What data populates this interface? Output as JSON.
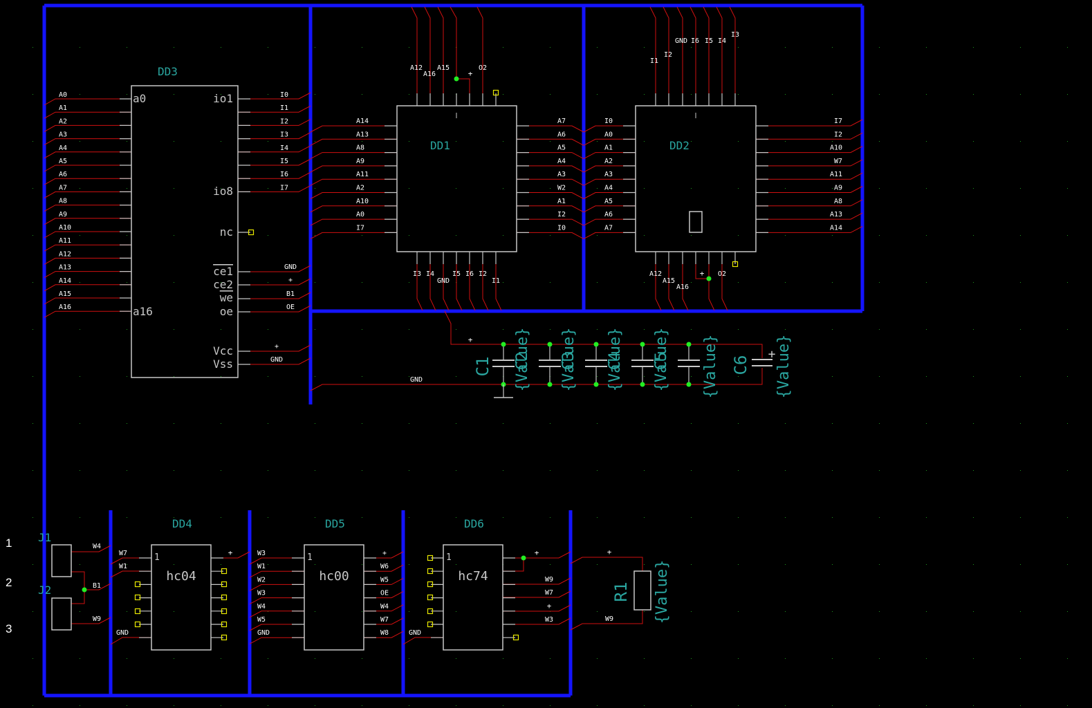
{
  "colors": {
    "background": "#000000",
    "bus": "#1414ff",
    "wire": "#d01010",
    "outline": "#c8c8c8",
    "refdes": "#2aa6a0",
    "net_label": "#ffffff",
    "junction": "#22ee22",
    "noconnect": "#e8e800"
  },
  "rows": [
    "1",
    "2",
    "3"
  ],
  "dd3": {
    "ref": "DD3",
    "pin_names": {
      "a0": "a0",
      "a16": "a16",
      "io1": "io1",
      "io8": "io8",
      "nc": "nc",
      "ce1": "ce1",
      "ce2": "ce2",
      "we": "we",
      "oe": "oe",
      "vcc": "Vcc",
      "vss": "Vss"
    },
    "left_nets": [
      "A0",
      "A1",
      "A2",
      "A3",
      "A4",
      "A5",
      "A6",
      "A7",
      "A8",
      "A9",
      "A10",
      "A11",
      "A12",
      "A13",
      "A14",
      "A15",
      "A16"
    ],
    "right_nets": [
      "I0",
      "I1",
      "I2",
      "I3",
      "I4",
      "I5",
      "I6",
      "I7"
    ],
    "ctrl_nets": [
      "GND",
      "+",
      "B1",
      "OE"
    ],
    "power_nets": [
      "+",
      "GND"
    ]
  },
  "dd1": {
    "ref": "DD1",
    "top_nets": [
      "A12",
      "A16",
      "A15",
      "+",
      "O2"
    ],
    "left_nets": [
      "A14",
      "A13",
      "A8",
      "A9",
      "A11",
      "A2",
      "A10",
      "A0",
      "I7"
    ],
    "right_nets": [
      "A7",
      "A6",
      "A5",
      "A4",
      "A3",
      "W2",
      "A1",
      "I2",
      "I0"
    ],
    "bottom_nets": [
      "I3",
      "I4",
      "GND",
      "I5",
      "I6",
      "I2",
      "I1"
    ]
  },
  "dd2": {
    "ref": "DD2",
    "top_nets": [
      "I1",
      "I2",
      "GND",
      "I6",
      "I5",
      "I4",
      "I3"
    ],
    "left_nets": [
      "I0",
      "A0",
      "A1",
      "A2",
      "A3",
      "A4",
      "A5",
      "A6",
      "A7"
    ],
    "right_nets": [
      "I7",
      "I2",
      "A10",
      "W7",
      "A11",
      "A9",
      "A8",
      "A13",
      "A14"
    ],
    "bottom_nets": [
      "A12",
      "A15",
      "A16",
      "+",
      "O2"
    ]
  },
  "caps": {
    "plus_net": "+",
    "gnd_net": "GND",
    "c1_ref": "C1",
    "c6_ref": "C6",
    "c6_mark": "+",
    "overlaps": [
      "C2",
      "C3",
      "C4",
      "C5"
    ],
    "value": "{Value}"
  },
  "dd4": {
    "ref": "DD4",
    "type": "hc04",
    "pin1": "1",
    "left_nets": [
      "W7",
      "W1"
    ],
    "gnd": "GND",
    "right_top": "+"
  },
  "dd5": {
    "ref": "DD5",
    "type": "hc00",
    "pin1": "1",
    "left_nets": [
      "W3",
      "W1",
      "W2",
      "W3",
      "W4",
      "W5",
      "GND"
    ],
    "right_nets": [
      "+",
      "W6",
      "W5",
      "OE",
      "W4",
      "W7",
      "W8"
    ]
  },
  "dd6": {
    "ref": "DD6",
    "type": "hc74",
    "pin1": "1",
    "gnd": "GND",
    "right_nets": [
      "+",
      "W9",
      "W7",
      "+",
      "W3"
    ]
  },
  "j1": {
    "ref": "J1"
  },
  "j2": {
    "ref": "J2"
  },
  "connector_nets": [
    "W4",
    "B1",
    "W9"
  ],
  "r1": {
    "ref": "R1",
    "value": "{Value}",
    "top_net": "+",
    "bottom_net": "W9"
  }
}
